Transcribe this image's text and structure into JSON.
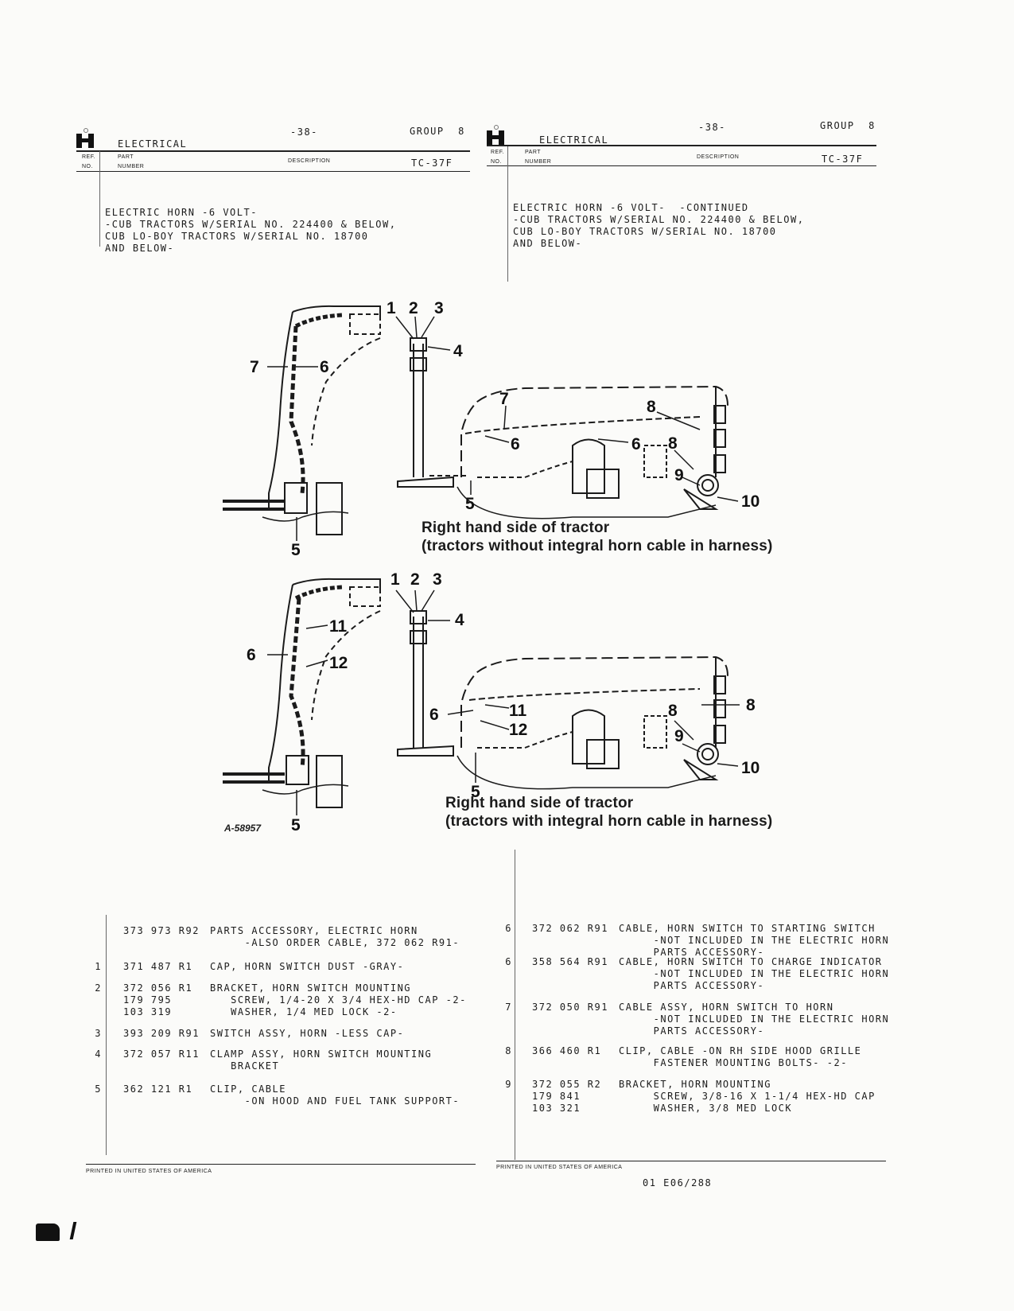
{
  "left_header": {
    "section": "ELECTRICAL",
    "page": "-38-",
    "group": "GROUP  8",
    "col_ref": [
      "REF.",
      "NO."
    ],
    "col_part": [
      "PART",
      "NUMBER"
    ],
    "col_desc": "DESCRIPTION",
    "code": "TC-37F"
  },
  "right_header": {
    "section": "ELECTRICAL",
    "page": "-38-",
    "group": "GROUP  8",
    "col_ref": [
      "REF.",
      "NO."
    ],
    "col_part": [
      "PART",
      "NUMBER"
    ],
    "col_desc": "DESCRIPTION",
    "code": "TC-37F"
  },
  "left_title": [
    "ELECTRIC HORN -6 VOLT-",
    "-CUB TRACTORS W/SERIAL NO. 224400 & BELOW,",
    "CUB LO-BOY TRACTORS W/SERIAL NO. 18700",
    "AND BELOW-"
  ],
  "right_title": [
    "ELECTRIC HORN -6 VOLT-  -CONTINUED",
    "-CUB TRACTORS W/SERIAL NO. 224400 & BELOW,",
    "CUB LO-BOY TRACTORS W/SERIAL NO. 18700",
    "AND BELOW-"
  ],
  "diagram": {
    "caption1_line1": "Right hand side of tractor",
    "caption1_line2": "(tractors without integral horn cable in harness)",
    "caption2_line1": "Right hand side of tractor",
    "caption2_line2": "(tractors with integral horn cable in harness)",
    "figure_id": "A-58957",
    "callouts": [
      "1",
      "2",
      "3",
      "4",
      "5",
      "6",
      "7",
      "8",
      "9",
      "10",
      "11",
      "12"
    ]
  },
  "left_parts": [
    {
      "ref": "",
      "part": "373 973 R92",
      "desc": "PARTS ACCESSORY, ELECTRIC HORN\n     -ALSO ORDER CABLE, 372 062 R91-"
    },
    {
      "ref": "1",
      "part": "371 487 R1",
      "desc": "CAP, HORN SWITCH DUST -GRAY-"
    },
    {
      "ref": "2",
      "part": "372 056 R1\n179 795\n103 319",
      "desc": "BRACKET, HORN SWITCH MOUNTING\n   SCREW, 1/4-20 X 3/4 HEX-HD CAP -2-\n   WASHER, 1/4 MED LOCK -2-"
    },
    {
      "ref": "3",
      "part": "393 209 R91",
      "desc": "SWITCH ASSY, HORN -LESS CAP-"
    },
    {
      "ref": "4",
      "part": "372 057 R11",
      "desc": "CLAMP ASSY, HORN SWITCH MOUNTING\n   BRACKET"
    },
    {
      "ref": "5",
      "part": "362 121 R1",
      "desc": "CLIP, CABLE\n     -ON HOOD AND FUEL TANK SUPPORT-"
    }
  ],
  "right_parts": [
    {
      "ref": "6",
      "part": "372 062 R91",
      "desc": "CABLE, HORN SWITCH TO STARTING SWITCH\n     -NOT INCLUDED IN THE ELECTRIC HORN\n     PARTS ACCESSORY-"
    },
    {
      "ref": "6",
      "part": "358 564 R91",
      "desc": "CABLE, HORN SWITCH TO CHARGE INDICATOR\n     -NOT INCLUDED IN THE ELECTRIC HORN\n     PARTS ACCESSORY-"
    },
    {
      "ref": "7",
      "part": "372 050 R91",
      "desc": "CABLE ASSY, HORN SWITCH TO HORN\n     -NOT INCLUDED IN THE ELECTRIC HORN\n     PARTS ACCESSORY-"
    },
    {
      "ref": "8",
      "part": "366 460 R1",
      "desc": "CLIP, CABLE -ON RH SIDE HOOD GRILLE\n     FASTENER MOUNTING BOLTS- -2-"
    },
    {
      "ref": "9",
      "part": "372 055 R2\n179 841\n103 321",
      "desc": "BRACKET, HORN MOUNTING\n     SCREW, 3/8-16 X 1-1/4 HEX-HD CAP\n     WASHER, 3/8 MED LOCK"
    }
  ],
  "footer": {
    "left_printed": "PRINTED IN UNITED STATES OF AMERICA",
    "right_printed": "PRINTED IN UNITED STATES OF AMERICA",
    "doc_code": "01 E06/288"
  }
}
